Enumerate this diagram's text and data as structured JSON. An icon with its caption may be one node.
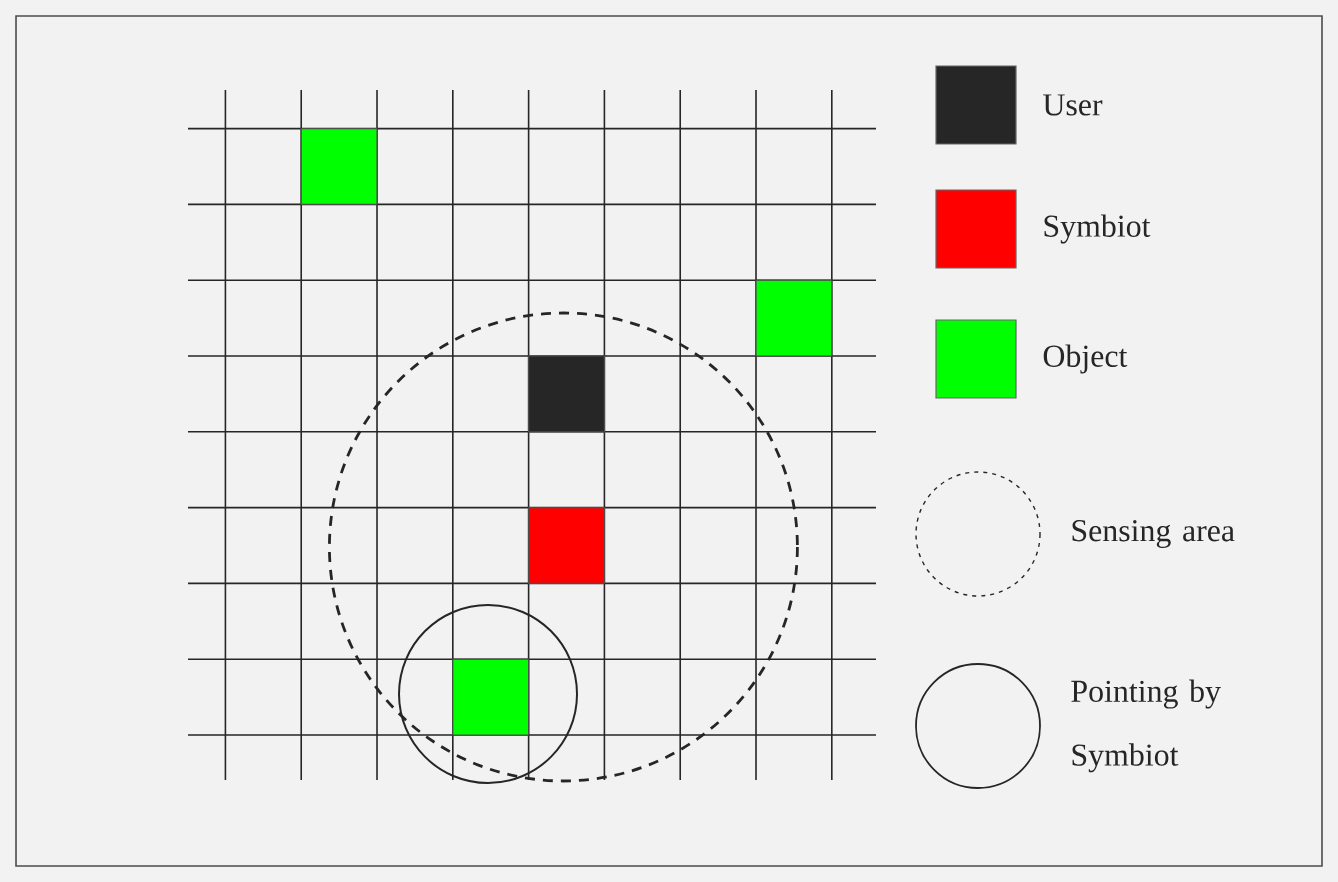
{
  "diagram": {
    "legend": [
      {
        "text": "User",
        "color": "#262626"
      },
      {
        "text": "Symbiot",
        "color": "#ff0000"
      },
      {
        "text": "Object",
        "color": "#00ff00"
      },
      {
        "text": "Sensing area"
      },
      {
        "text": "Pointing by Symbiot"
      }
    ]
  }
}
